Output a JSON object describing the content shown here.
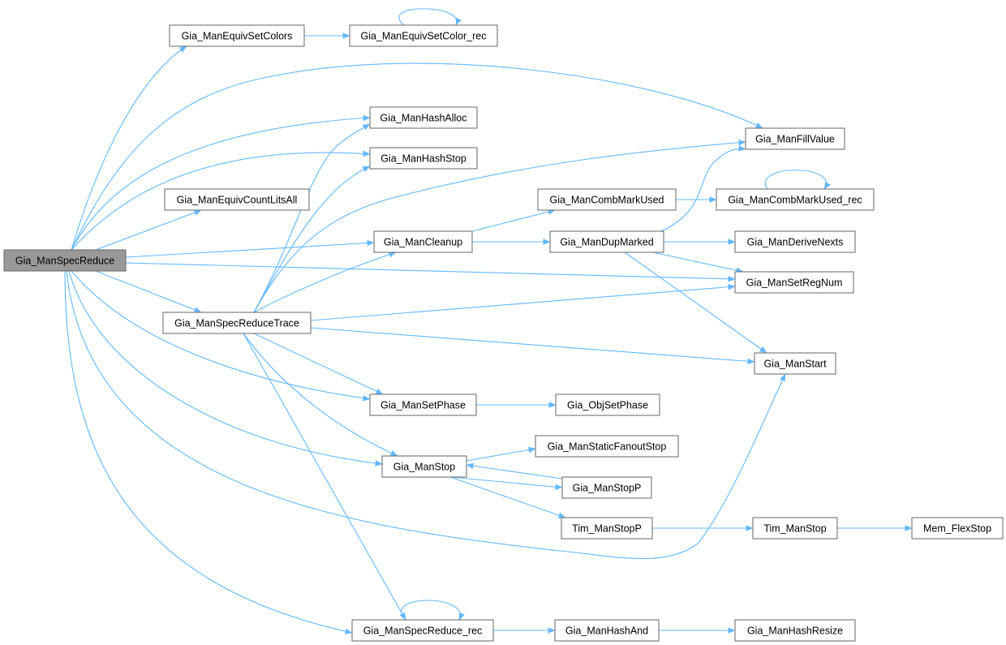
{
  "graph": {
    "colors": {
      "edge": "#63b8ff",
      "node_fill": "#ffffff",
      "node_border": "#666666",
      "root_fill": "#999999"
    },
    "root": "spec_reduce",
    "nodes": {
      "spec_reduce": "Gia_ManSpecReduce",
      "equiv_set_colors": "Gia_ManEquivSetColors",
      "equiv_set_color_rec": "Gia_ManEquivSetColor_rec",
      "hash_alloc": "Gia_ManHashAlloc",
      "fill_value": "Gia_ManFillValue",
      "hash_stop": "Gia_ManHashStop",
      "equiv_count_lits_all": "Gia_ManEquivCountLitsAll",
      "comb_mark_used": "Gia_ManCombMarkUsed",
      "comb_mark_used_rec": "Gia_ManCombMarkUsed_rec",
      "cleanup": "Gia_ManCleanup",
      "dup_marked": "Gia_ManDupMarked",
      "derive_nexts": "Gia_ManDeriveNexts",
      "set_reg_num": "Gia_ManSetRegNum",
      "spec_reduce_trace": "Gia_ManSpecReduceTrace",
      "start": "Gia_ManStart",
      "set_phase": "Gia_ManSetPhase",
      "obj_set_phase": "Gia_ObjSetPhase",
      "static_fanout_stop": "Gia_ManStaticFanoutStop",
      "stop": "Gia_ManStop",
      "stop_p": "Gia_ManStopP",
      "tim_stop_p": "Tim_ManStopP",
      "tim_stop": "Tim_ManStop",
      "mem_flex_stop": "Mem_FlexStop",
      "spec_reduce_rec": "Gia_ManSpecReduce_rec",
      "hash_and": "Gia_ManHashAnd",
      "hash_resize": "Gia_ManHashResize"
    },
    "edges": [
      [
        "spec_reduce",
        "equiv_set_colors"
      ],
      [
        "spec_reduce",
        "fill_value"
      ],
      [
        "spec_reduce",
        "hash_alloc"
      ],
      [
        "spec_reduce",
        "hash_stop"
      ],
      [
        "spec_reduce",
        "equiv_count_lits_all"
      ],
      [
        "spec_reduce",
        "cleanup"
      ],
      [
        "spec_reduce",
        "set_reg_num"
      ],
      [
        "spec_reduce",
        "spec_reduce_trace"
      ],
      [
        "spec_reduce",
        "set_phase"
      ],
      [
        "spec_reduce",
        "stop"
      ],
      [
        "spec_reduce",
        "start"
      ],
      [
        "spec_reduce",
        "spec_reduce_rec"
      ],
      [
        "equiv_set_colors",
        "equiv_set_color_rec"
      ],
      [
        "equiv_set_color_rec",
        "equiv_set_color_rec"
      ],
      [
        "spec_reduce_trace",
        "hash_alloc"
      ],
      [
        "spec_reduce_trace",
        "hash_stop"
      ],
      [
        "spec_reduce_trace",
        "fill_value"
      ],
      [
        "spec_reduce_trace",
        "cleanup"
      ],
      [
        "spec_reduce_trace",
        "set_reg_num"
      ],
      [
        "spec_reduce_trace",
        "start"
      ],
      [
        "spec_reduce_trace",
        "set_phase"
      ],
      [
        "spec_reduce_trace",
        "stop"
      ],
      [
        "spec_reduce_trace",
        "spec_reduce_rec"
      ],
      [
        "cleanup",
        "comb_mark_used"
      ],
      [
        "cleanup",
        "dup_marked"
      ],
      [
        "comb_mark_used",
        "comb_mark_used_rec"
      ],
      [
        "comb_mark_used_rec",
        "comb_mark_used_rec"
      ],
      [
        "dup_marked",
        "fill_value"
      ],
      [
        "dup_marked",
        "derive_nexts"
      ],
      [
        "dup_marked",
        "set_reg_num"
      ],
      [
        "dup_marked",
        "start"
      ],
      [
        "set_phase",
        "obj_set_phase"
      ],
      [
        "stop",
        "static_fanout_stop"
      ],
      [
        "stop",
        "stop_p"
      ],
      [
        "stop",
        "tim_stop_p"
      ],
      [
        "stop_p",
        "stop"
      ],
      [
        "tim_stop_p",
        "tim_stop"
      ],
      [
        "tim_stop",
        "mem_flex_stop"
      ],
      [
        "spec_reduce_rec",
        "spec_reduce_rec"
      ],
      [
        "spec_reduce_rec",
        "hash_and"
      ],
      [
        "hash_and",
        "hash_resize"
      ]
    ]
  }
}
